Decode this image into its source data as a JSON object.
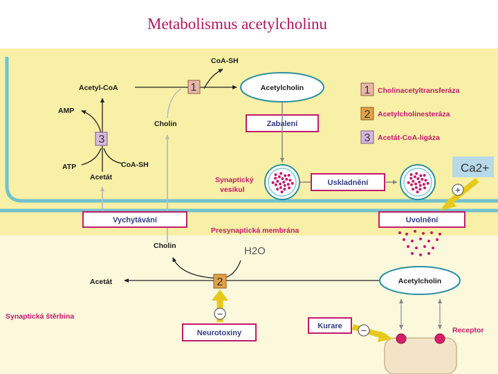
{
  "title": "Metabolismus acetylcholinu",
  "legend": [
    {
      "num": "1",
      "label": "Cholinacetyltransferáza"
    },
    {
      "num": "2",
      "label": "Acetylcholinesteráza"
    },
    {
      "num": "3",
      "label": "Acetát-CoA-ligáza"
    }
  ],
  "labels": {
    "coa_sh_top": "CoA-SH",
    "acetyl_coa": "Acetyl-CoA",
    "acetylcholin_top": "Acetylcholin",
    "amp": "AMP",
    "cholin_mid": "Cholin",
    "atp": "ATP",
    "coa_sh_mid": "CoA-SH",
    "acetat_mid": "Acetát",
    "synapticky_vesikul": [
      "Synaptický",
      "vesikul"
    ],
    "presynapticka_membrana": "Presynaptická membrána",
    "cholin_low": "Cholin",
    "h2o": "H2O",
    "acetat_low": "Acetát",
    "acetylcholin_low": "Acetylcholin",
    "synapticka_sterbina": "Synaptická štěrbina",
    "receptor": "Receptor",
    "ca": "Ca2+",
    "plus": "+",
    "minus": "−"
  },
  "enzyme_badges": {
    "b1": "1",
    "b2": "2",
    "b3": "3"
  },
  "boxes": {
    "zabaleni": "Zabalení",
    "uskladneni": "Uskladnění",
    "vychytavani": "Vychytávání",
    "uvolneni": "Uvolnění",
    "neurotoxiny": "Neurotoxiny",
    "kurare": "Kurare"
  },
  "colors": {
    "title": "#b0155f",
    "neuron_fill": "#f7f0a6",
    "membrane": "#74c2cc",
    "cleft": "#fbf8dc",
    "box_border": "#c2186b",
    "vesicle_dots": "#c2186b",
    "arrow_yellow": "#f2e21a",
    "enzyme1_fill": "#e8b7a9",
    "enzyme2_fill": "#e0a245",
    "enzyme3_fill": "#d6b8de"
  }
}
